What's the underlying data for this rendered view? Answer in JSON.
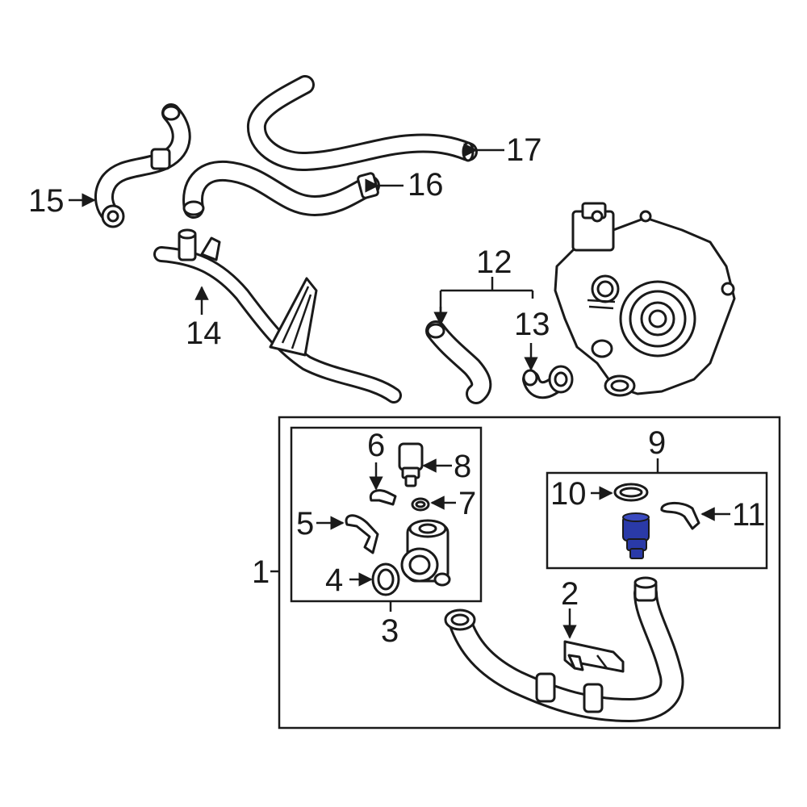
{
  "callouts": {
    "c1": "1",
    "c2": "2",
    "c3": "3",
    "c4": "4",
    "c5": "5",
    "c6": "6",
    "c7": "7",
    "c8": "8",
    "c9": "9",
    "c10": "10",
    "c11": "11",
    "c12": "12",
    "c13": "13",
    "c14": "14",
    "c15": "15",
    "c16": "16",
    "c17": "17"
  },
  "colors": {
    "line": "#1a1a1a",
    "highlight": "#2a3aa8",
    "background": "#ffffff"
  }
}
